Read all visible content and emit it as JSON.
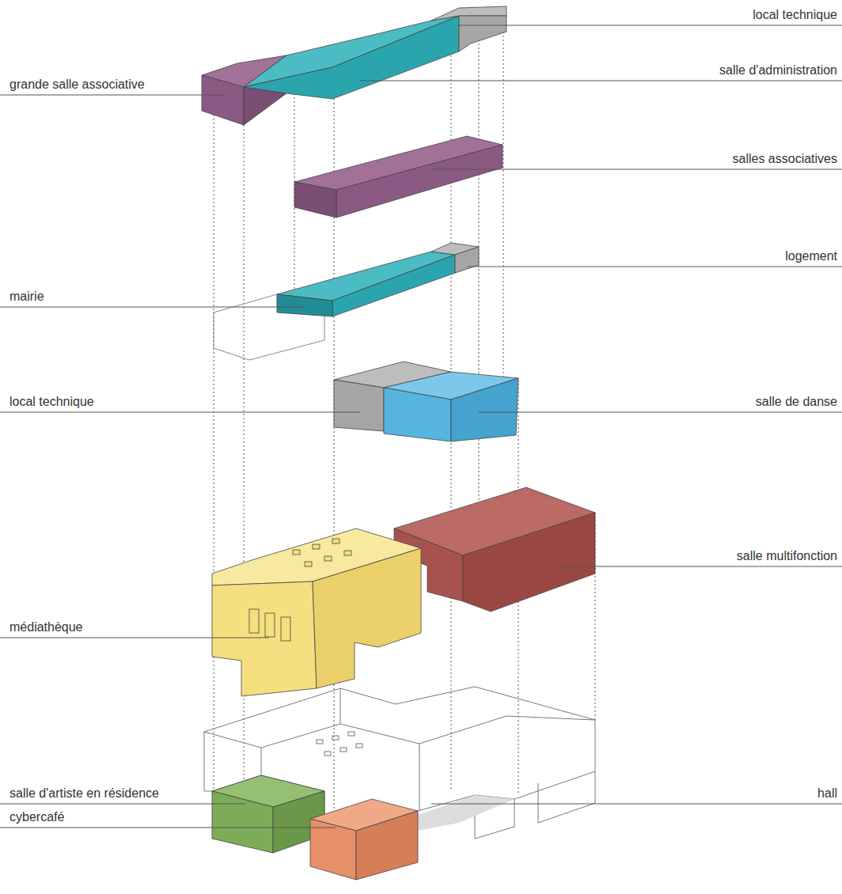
{
  "diagram": {
    "labels": [
      "local technique",
      "salle d'administration",
      "grande salle associative",
      "salles associatives",
      "logement",
      "mairie",
      "local technique",
      "salle de danse",
      "salle multifonction",
      "médiathèque",
      "salle d'artiste en résidence",
      "hall",
      "cybercafé"
    ]
  }
}
